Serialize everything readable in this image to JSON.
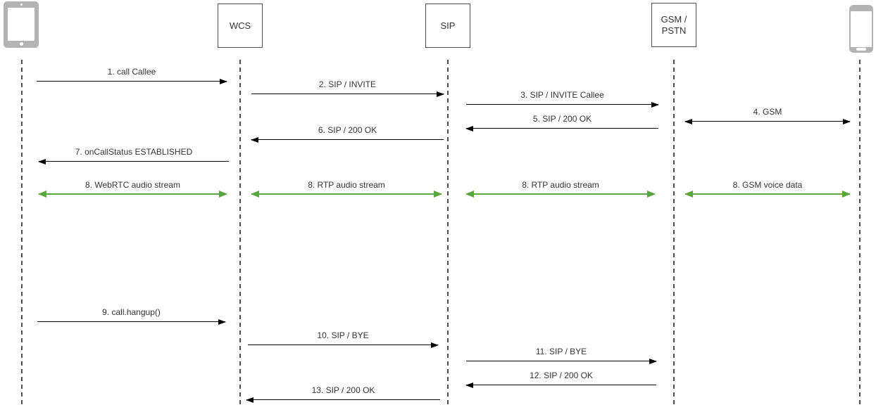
{
  "diagram": {
    "kind": "sequence-diagram",
    "description": "WebRTC to SIP/GSM call flow"
  },
  "colors": {
    "signal_arrow": "#000000",
    "media_arrow": "#5aa63f",
    "icon_gray": "#b3b3b3",
    "box_border": "#4d4d4d",
    "lifeline": "#4d4d4d",
    "text": "#333333",
    "background": "#ffffff"
  },
  "actors": [
    {
      "id": "caller-device",
      "type": "tablet-icon",
      "label": ""
    },
    {
      "id": "wcs",
      "type": "box",
      "label": "WCS"
    },
    {
      "id": "sip",
      "type": "box",
      "label": "SIP"
    },
    {
      "id": "gsm-pstn",
      "type": "box",
      "label": "GSM / PSTN",
      "label_lines": [
        "GSM /",
        "PSTN"
      ]
    },
    {
      "id": "callee-device",
      "type": "smartphone-icon",
      "label": ""
    }
  ],
  "messages": [
    {
      "label": "1. call Callee",
      "from": "caller-device",
      "to": "wcs",
      "direction": "right",
      "type": "signal"
    },
    {
      "label": "2. SIP / INVITE",
      "from": "wcs",
      "to": "sip",
      "direction": "right",
      "type": "signal"
    },
    {
      "label": "3. SIP / INVITE Callee",
      "from": "sip",
      "to": "gsm-pstn",
      "direction": "right",
      "type": "signal"
    },
    {
      "label": "4. GSM",
      "from": "gsm-pstn",
      "to": "callee-device",
      "direction": "both",
      "type": "signal"
    },
    {
      "label": "5. SIP / 200 OK",
      "from": "gsm-pstn",
      "to": "sip",
      "direction": "left",
      "type": "signal"
    },
    {
      "label": "6. SIP / 200 OK",
      "from": "sip",
      "to": "wcs",
      "direction": "left",
      "type": "signal"
    },
    {
      "label": "7. onCallStatus ESTABLISHED",
      "from": "wcs",
      "to": "caller-device",
      "direction": "left",
      "type": "signal"
    },
    {
      "label": "8. WebRTC audio stream",
      "from": "caller-device",
      "to": "wcs",
      "direction": "both",
      "type": "media"
    },
    {
      "label": "8. RTP audio stream",
      "from": "wcs",
      "to": "sip",
      "direction": "both",
      "type": "media"
    },
    {
      "label": "8. RTP audio stream",
      "from": "sip",
      "to": "gsm-pstn",
      "direction": "both",
      "type": "media"
    },
    {
      "label": "8. GSM voice data",
      "from": "gsm-pstn",
      "to": "callee-device",
      "direction": "both",
      "type": "media"
    },
    {
      "label": "9. call.hangup()",
      "from": "caller-device",
      "to": "wcs",
      "direction": "right",
      "type": "signal"
    },
    {
      "label": "10. SIP / BYE",
      "from": "wcs",
      "to": "sip",
      "direction": "right",
      "type": "signal"
    },
    {
      "label": "11. SIP / BYE",
      "from": "sip",
      "to": "gsm-pstn",
      "direction": "right",
      "type": "signal"
    },
    {
      "label": "12. SIP / 200 OK",
      "from": "gsm-pstn",
      "to": "sip",
      "direction": "left",
      "type": "signal"
    },
    {
      "label": "13. SIP / 200 OK",
      "from": "sip",
      "to": "wcs",
      "direction": "left",
      "type": "signal"
    }
  ]
}
